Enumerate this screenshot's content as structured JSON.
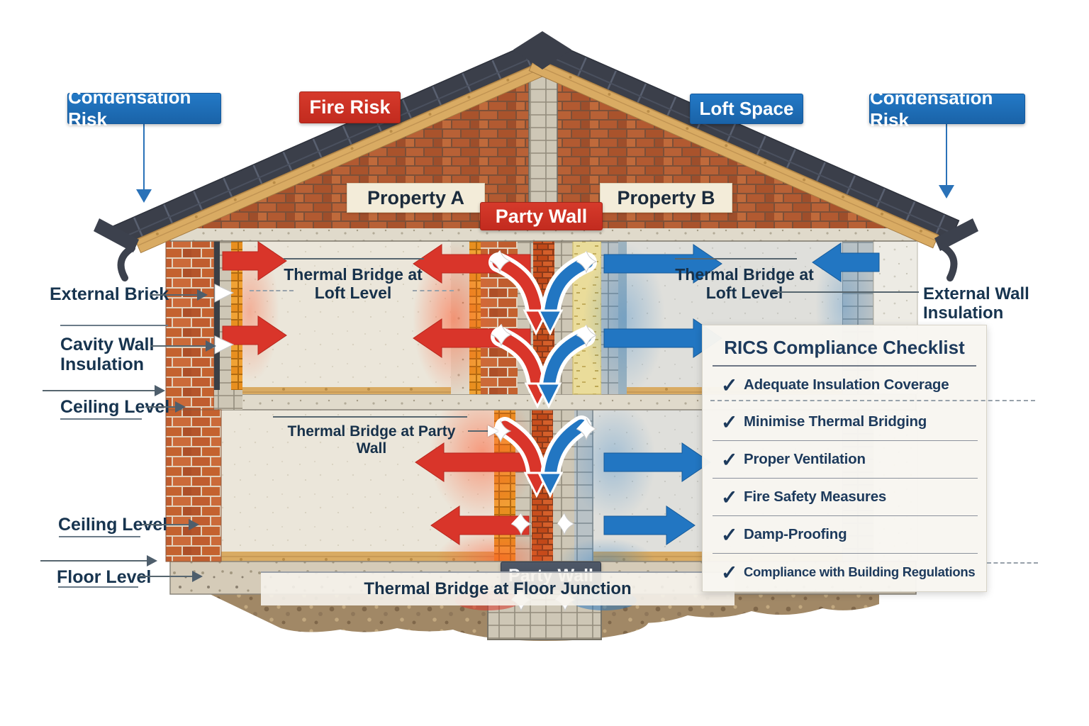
{
  "badges": {
    "condensation_left": {
      "label": "Condensation Risk",
      "color": "#1c6cb4"
    },
    "fire_risk": {
      "label": "Fire Risk",
      "color": "#cf2c25"
    },
    "loft_space": {
      "label": "Loft Space",
      "color": "#1c6cb4"
    },
    "condensation_right": {
      "label": "Condensation Risk",
      "color": "#1c6cb4"
    },
    "property_a": {
      "label": "Property A"
    },
    "property_b": {
      "label": "Property B"
    },
    "party_wall_top": {
      "label": "Party Wall",
      "color": "#c23329"
    },
    "party_wall_bottom": {
      "label": "Party Wall",
      "color": "#475160"
    }
  },
  "annotations": {
    "external_brick": "External Brick",
    "cavity_wall_insulation": "Cavity Wall Insulation",
    "ceiling_level_upper": "Ceiling Level",
    "ceiling_level_lower": "Ceiling Level",
    "floor_level": "Floor Level",
    "thermal_bridge_loft_left": "Thermal Bridge at Loft Level",
    "thermal_bridge_loft_right": "Thermal Bridge at Loft Level",
    "thermal_bridge_party_wall": "Thermal Bridge at Party Wall",
    "thermal_bridge_floor_junction": "Thermal Bridge at Floor Junction",
    "external_wall_insulation": "External Wall Insulation"
  },
  "checklist": {
    "title": "RICS Compliance Checklist",
    "check_glyph": "✓",
    "items": [
      "Adequate Insulation Coverage",
      "Minimise Thermal Bridging",
      "Proper Ventilation",
      "Fire Safety Measures",
      "Damp-Proofing",
      "Compliance with Building Regulations"
    ]
  },
  "colors": {
    "label_text": "#17344f",
    "heat_arrow": "#d9352a",
    "cold_arrow": "#2276c2",
    "badge_blue": "#1c6cb4",
    "badge_red": "#cf2c25",
    "party_wall_slate": "#475160"
  }
}
